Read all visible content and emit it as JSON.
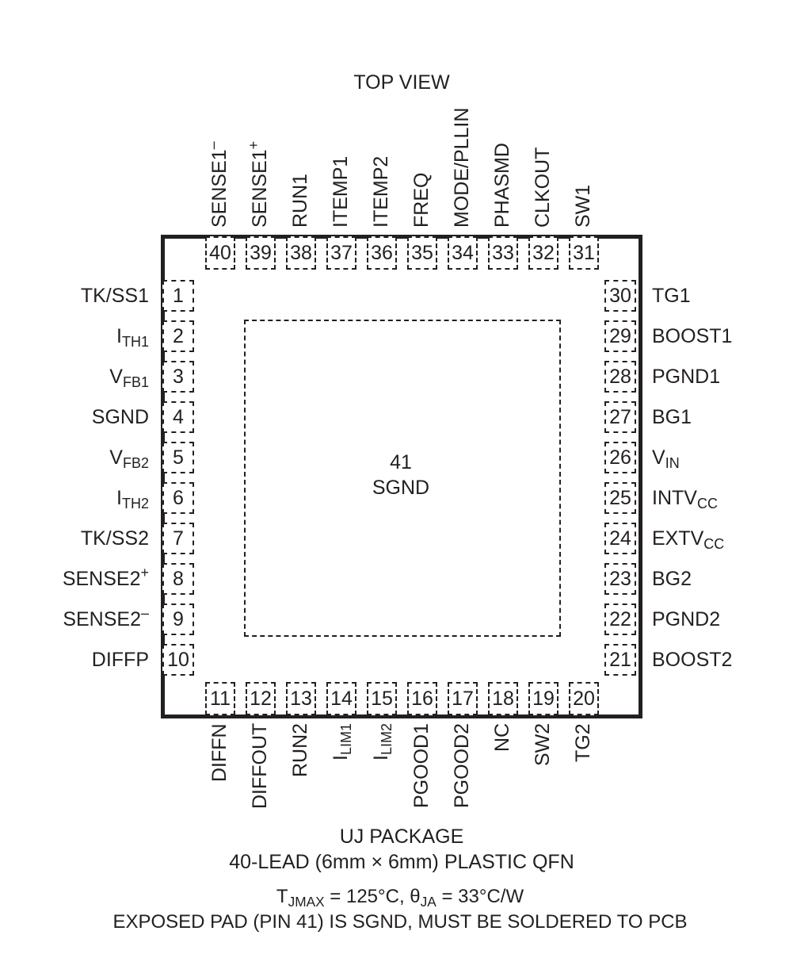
{
  "title": "TOP VIEW",
  "package": {
    "name": "UJ PACKAGE",
    "description": "40-LEAD (6mm × 6mm) PLASTIC QFN",
    "thermal": {
      "tj": "T",
      "tj_sub": "JMAX",
      "tj_val": " = 125°C, ",
      "theta": "θ",
      "theta_sub": "JA",
      "theta_val": " = 33°C/W"
    },
    "note": "EXPOSED PAD (PIN 41) IS SGND, MUST BE SOLDERED TO PCB"
  },
  "exposed_pad": {
    "number": "41",
    "name": "SGND"
  },
  "left_pins": [
    {
      "num": "1",
      "label": "TK/SS1",
      "sub": "",
      "sup": ""
    },
    {
      "num": "2",
      "label": "I",
      "sub": "TH1",
      "sup": ""
    },
    {
      "num": "3",
      "label": "V",
      "sub": "FB1",
      "sup": ""
    },
    {
      "num": "4",
      "label": "SGND",
      "sub": "",
      "sup": ""
    },
    {
      "num": "5",
      "label": "V",
      "sub": "FB2",
      "sup": ""
    },
    {
      "num": "6",
      "label": "I",
      "sub": "TH2",
      "sup": ""
    },
    {
      "num": "7",
      "label": "TK/SS2",
      "sub": "",
      "sup": ""
    },
    {
      "num": "8",
      "label": "SENSE2",
      "sub": "",
      "sup": "+"
    },
    {
      "num": "9",
      "label": "SENSE2",
      "sub": "",
      "sup": "–"
    },
    {
      "num": "10",
      "label": "DIFFP",
      "sub": "",
      "sup": ""
    }
  ],
  "right_pins": [
    {
      "num": "30",
      "label": "TG1",
      "sub": "",
      "sup": ""
    },
    {
      "num": "29",
      "label": "BOOST1",
      "sub": "",
      "sup": ""
    },
    {
      "num": "28",
      "label": "PGND1",
      "sub": "",
      "sup": ""
    },
    {
      "num": "27",
      "label": "BG1",
      "sub": "",
      "sup": ""
    },
    {
      "num": "26",
      "label": "V",
      "sub": "IN",
      "sup": ""
    },
    {
      "num": "25",
      "label": "INTV",
      "sub": "CC",
      "sup": ""
    },
    {
      "num": "24",
      "label": "EXTV",
      "sub": "CC",
      "sup": ""
    },
    {
      "num": "23",
      "label": "BG2",
      "sub": "",
      "sup": ""
    },
    {
      "num": "22",
      "label": "PGND2",
      "sub": "",
      "sup": ""
    },
    {
      "num": "21",
      "label": "BOOST2",
      "sub": "",
      "sup": ""
    }
  ],
  "top_pins": [
    {
      "num": "40",
      "label": "SENSE1",
      "sub": "",
      "sup": "–"
    },
    {
      "num": "39",
      "label": "SENSE1",
      "sub": "",
      "sup": "+"
    },
    {
      "num": "38",
      "label": "RUN1",
      "sub": "",
      "sup": ""
    },
    {
      "num": "37",
      "label": "ITEMP1",
      "sub": "",
      "sup": ""
    },
    {
      "num": "36",
      "label": "ITEMP2",
      "sub": "",
      "sup": ""
    },
    {
      "num": "35",
      "label": "FREQ",
      "sub": "",
      "sup": ""
    },
    {
      "num": "34",
      "label": "MODE/PLLIN",
      "sub": "",
      "sup": ""
    },
    {
      "num": "33",
      "label": "PHASMD",
      "sub": "",
      "sup": ""
    },
    {
      "num": "32",
      "label": "CLKOUT",
      "sub": "",
      "sup": ""
    },
    {
      "num": "31",
      "label": "SW1",
      "sub": "",
      "sup": ""
    }
  ],
  "bottom_pins": [
    {
      "num": "11",
      "label": "DIFFN",
      "sub": "",
      "sup": ""
    },
    {
      "num": "12",
      "label": "DIFFOUT",
      "sub": "",
      "sup": ""
    },
    {
      "num": "13",
      "label": "RUN2",
      "sub": "",
      "sup": ""
    },
    {
      "num": "14",
      "label": "I",
      "sub": "LIM1",
      "sup": ""
    },
    {
      "num": "15",
      "label": "I",
      "sub": "LIM2",
      "sup": ""
    },
    {
      "num": "16",
      "label": "PGOOD1",
      "sub": "",
      "sup": ""
    },
    {
      "num": "17",
      "label": "PGOOD2",
      "sub": "",
      "sup": ""
    },
    {
      "num": "18",
      "label": "NC",
      "sub": "",
      "sup": ""
    },
    {
      "num": "19",
      "label": "SW2",
      "sub": "",
      "sup": ""
    },
    {
      "num": "20",
      "label": "TG2",
      "sub": "",
      "sup": ""
    }
  ]
}
